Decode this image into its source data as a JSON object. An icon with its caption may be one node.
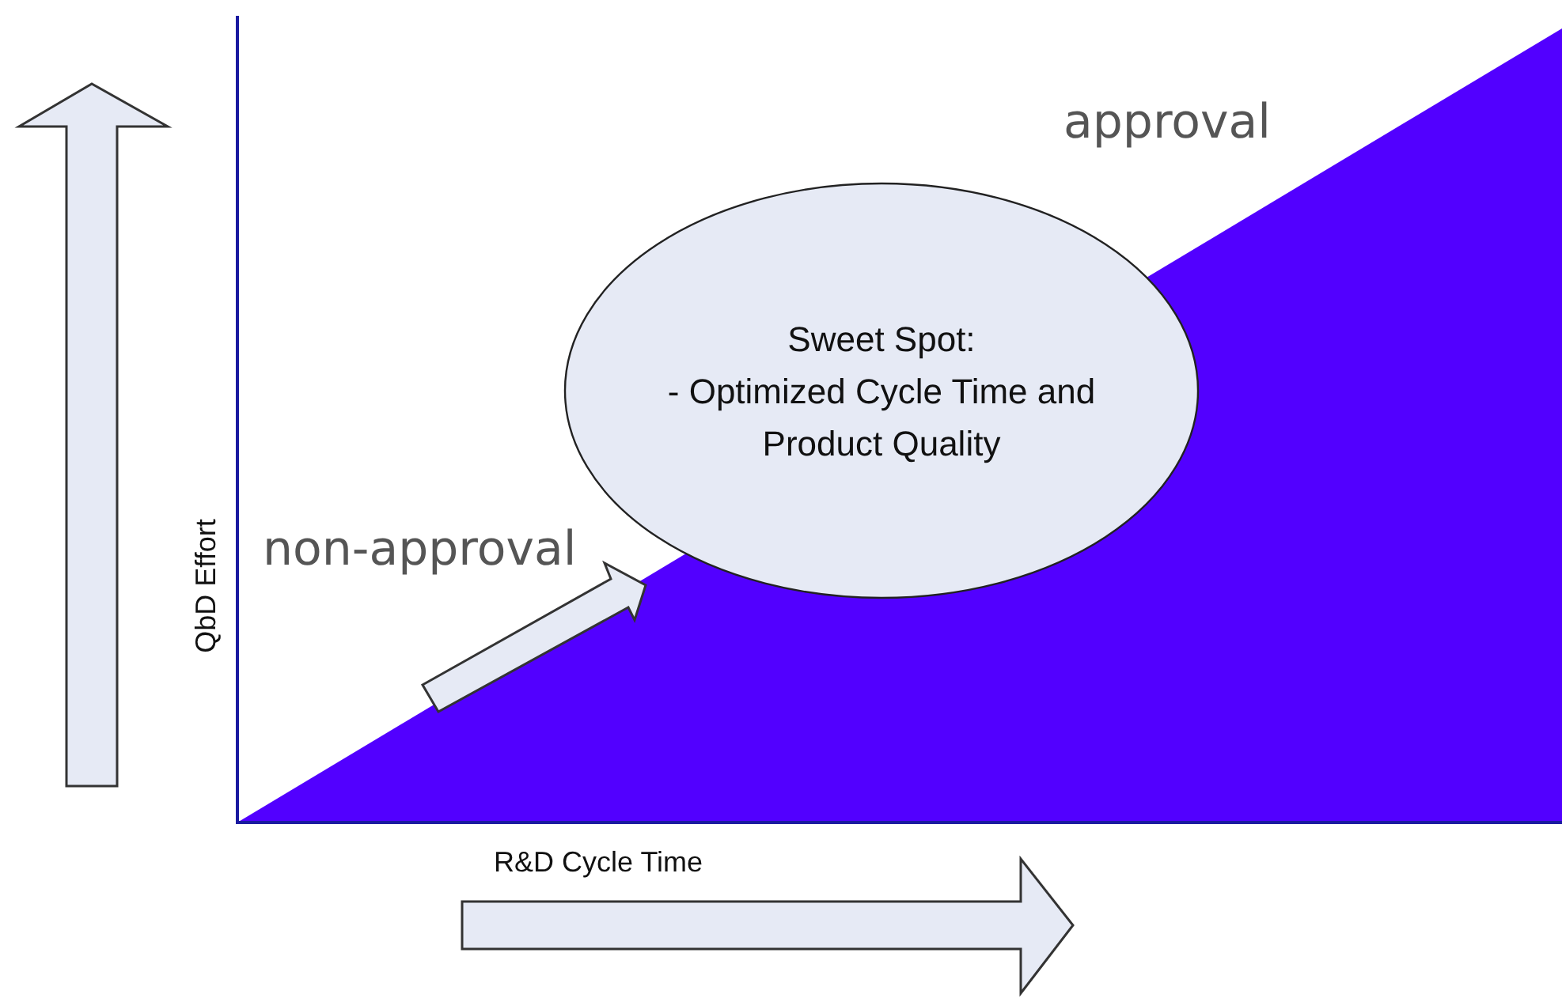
{
  "diagram": {
    "nodes": [
      {
        "text": [
          "Sweet Spot:",
          "- Optimized Cycle Time and Product Quality"
        ]
      }
    ],
    "labels": [
      "approval",
      "non-approval",
      "QbD Effort",
      "R&D Cycle Time"
    ]
  }
}
